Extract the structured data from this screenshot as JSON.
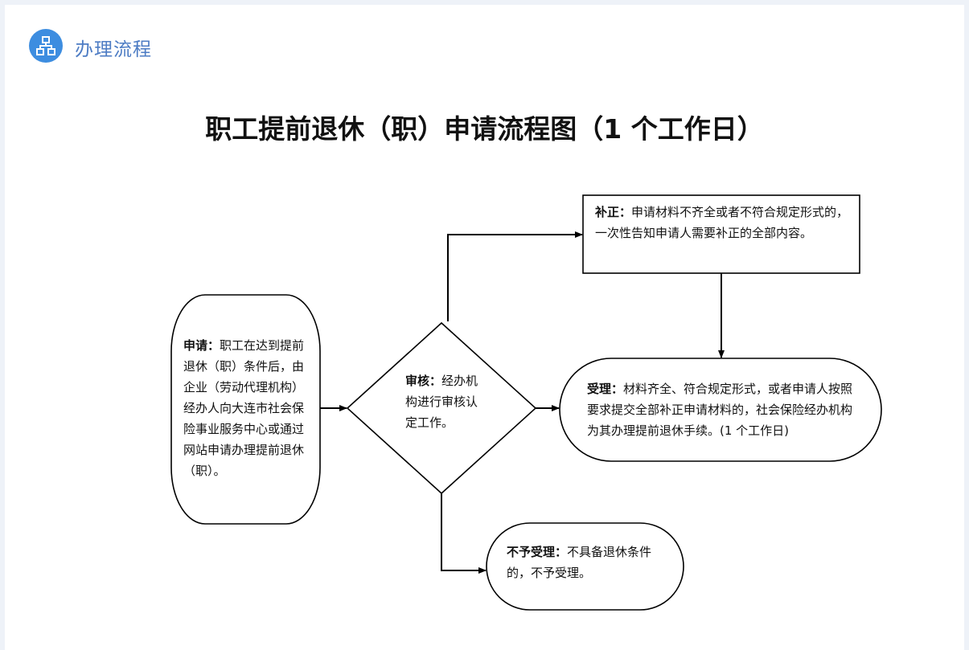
{
  "header": {
    "icon": "sitemap-icon",
    "title": "办理流程",
    "accent": "#3d8de0"
  },
  "diagram": {
    "title": "职工提前退休（职）申请流程图（1 个工作日）",
    "apply": {
      "label": "申请：",
      "text": "职工在达到提前退休（职）条件后，由企业（劳动代理机构）经办人向大连市社会保险事业服务中心或通过网站申请办理提前退休（职）。"
    },
    "review": {
      "label": "审核：",
      "text": "经办机构进行审核认定工作。"
    },
    "correct": {
      "label": "补正：",
      "text": "申请材料不齐全或者不符合规定形式的，一次性告知申请人需要补正的全部内容。"
    },
    "accept": {
      "label": "受理：",
      "text": "材料齐全、符合规定形式，或者申请人按照要求提交全部补正申请材料的，社会保险经办机构为其办理提前退休手续。(1 个工作日)"
    },
    "reject": {
      "label": "不予受理：",
      "text": "不具备退休条件的，不予受理。"
    }
  }
}
